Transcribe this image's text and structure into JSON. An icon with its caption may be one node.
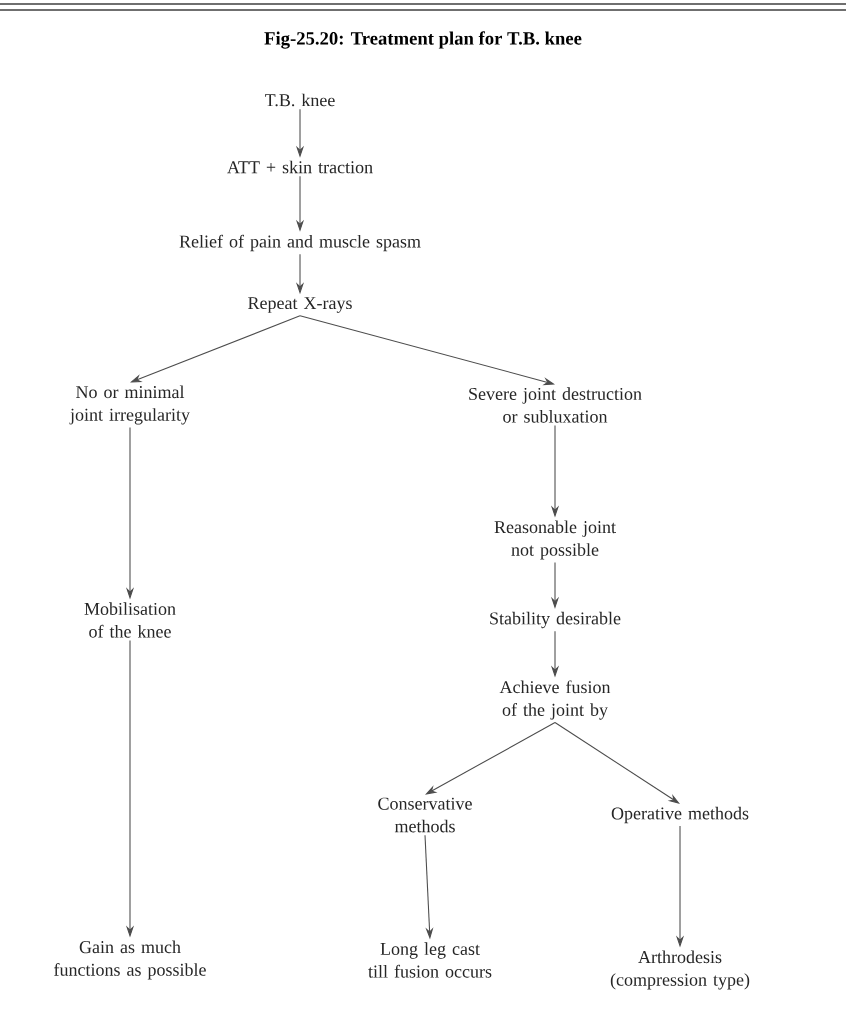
{
  "diagram": {
    "title": "Fig-25.20: Treatment plan for T.B. knee",
    "nodes": [
      {
        "text": [
          "T.B. knee"
        ]
      },
      {
        "text": [
          "ATT + skin traction"
        ]
      },
      {
        "text": [
          "Relief of pain and muscle spasm"
        ]
      },
      {
        "text": [
          "Repeat X-rays"
        ]
      },
      {
        "text": [
          "No or minimal joint irregularity"
        ]
      },
      {
        "text": [
          "Severe joint destruction or subluxation"
        ]
      },
      {
        "text": [
          "Reasonable joint not possible"
        ]
      },
      {
        "text": [
          "Mobilisation of the knee"
        ]
      },
      {
        "text": [
          "Stability desirable"
        ]
      },
      {
        "text": [
          "Achieve fusion of the joint by"
        ]
      },
      {
        "text": [
          "Conservative methods"
        ]
      },
      {
        "text": [
          "Operative methods"
        ]
      },
      {
        "text": [
          "Gain as much functions as possible"
        ]
      },
      {
        "text": [
          "Long leg cast till fusion occurs"
        ]
      },
      {
        "text": [
          "Arthrodesis (compression type)"
        ]
      }
    ],
    "edges": [
      {
        "from": 0,
        "to": 1,
        "arrow": "to"
      },
      {
        "from": 1,
        "to": 2,
        "arrow": "to"
      },
      {
        "from": 2,
        "to": 3,
        "arrow": "to"
      },
      {
        "from": 3,
        "to": 4,
        "arrow": "to"
      },
      {
        "from": 3,
        "to": 5,
        "arrow": "to"
      },
      {
        "from": 4,
        "to": 7,
        "arrow": "to"
      },
      {
        "from": 5,
        "to": 6,
        "arrow": "to"
      },
      {
        "from": 6,
        "to": 8,
        "arrow": "to"
      },
      {
        "from": 7,
        "to": 12,
        "arrow": "to"
      },
      {
        "from": 8,
        "to": 9,
        "arrow": "to"
      },
      {
        "from": 9,
        "to": 10,
        "arrow": "to"
      },
      {
        "from": 9,
        "to": 11,
        "arrow": "to"
      },
      {
        "from": 10,
        "to": 13,
        "arrow": "to"
      },
      {
        "from": 11,
        "to": 14,
        "arrow": "to"
      }
    ]
  }
}
